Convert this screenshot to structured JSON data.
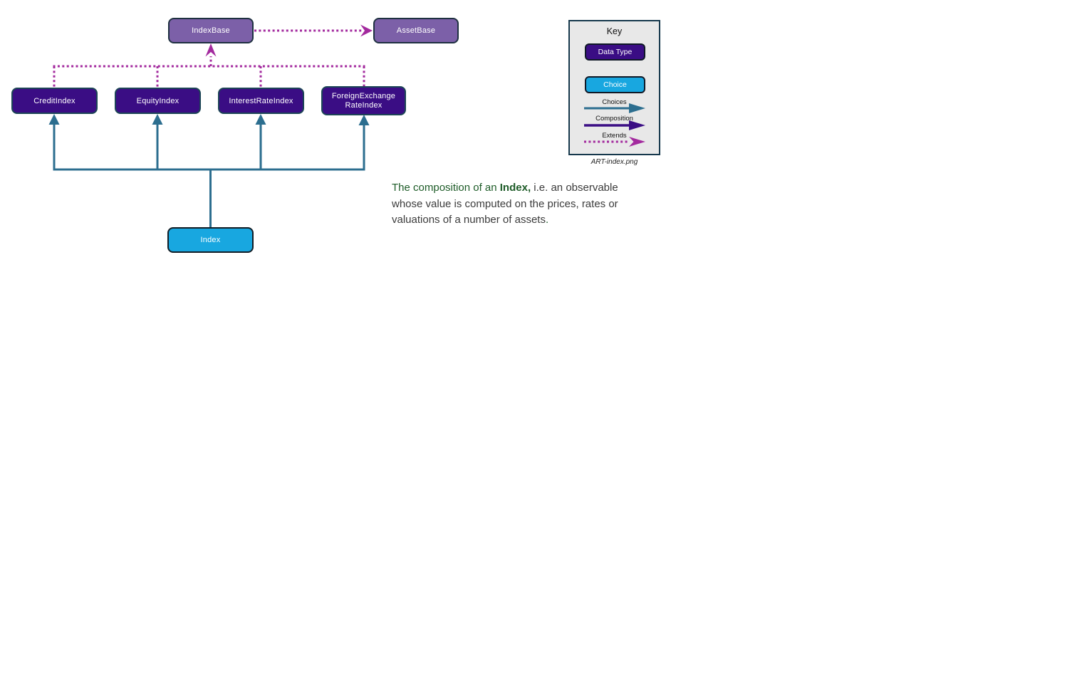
{
  "diagram": {
    "nodes": {
      "index_base": "IndexBase",
      "asset_base": "AssetBase",
      "credit_index": "CreditIndex",
      "equity_index": "EquityIndex",
      "interest_rate_index": "InterestRateIndex",
      "foreign_exchange_rate_index": "ForeignExchange\nRateIndex",
      "index": "Index"
    }
  },
  "key": {
    "title": "Key",
    "data_type": "Data Type",
    "choice": "Choice",
    "choices": "Choices",
    "composition": "Composition",
    "extends": "Extends",
    "caption": "ART-index.png"
  },
  "annotation": {
    "line1_green": "The composition of an ",
    "line1_bold": "Index,",
    "line1_rest": " i.e. an observable",
    "line2": "whose value is computed on the prices, rates or",
    "line3": "valuations of a number of assets",
    "period": "."
  },
  "colors": {
    "data_type_fill": "#3A0D84",
    "base_fill": "#7C60A8",
    "choice_fill": "#18A7E0",
    "choices_arrow": "#2C6E8F",
    "composition_arrow": "#3A0D84",
    "extends_arrow": "#A32A9E",
    "key_background": "#E8E8E8",
    "annotation_green": "#1E5C28",
    "annotation_text": "#3B3B3B"
  }
}
